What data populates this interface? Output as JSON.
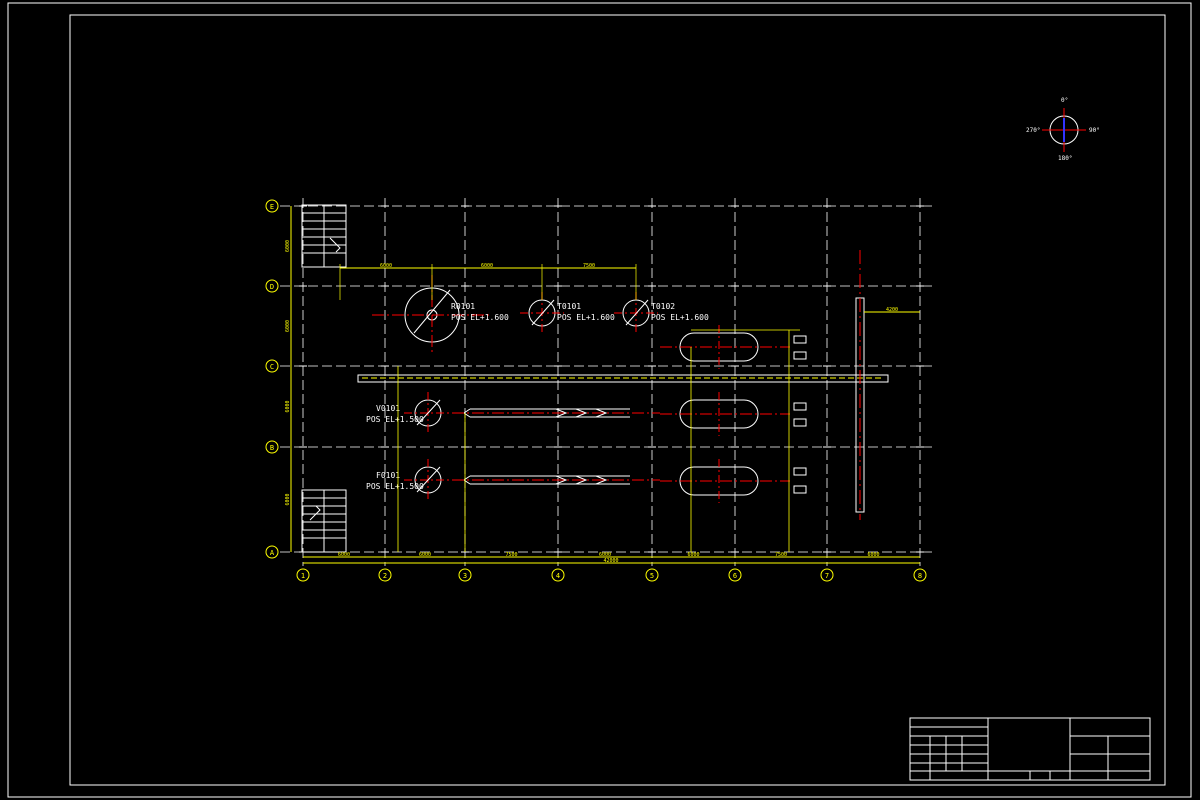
{
  "colors": {
    "background": "#000000",
    "frame": "#ffffff",
    "axis": "#ffffff",
    "grid": "#ffffff",
    "dimension": "#ffff00",
    "equipment": "#ffffff",
    "centerline": "#ff0000",
    "compass_needle": "#3333ff"
  },
  "axes": {
    "columns": [
      "1",
      "2",
      "3",
      "4",
      "5",
      "6",
      "7",
      "8"
    ],
    "rows": [
      "E",
      "D",
      "C",
      "B",
      "A"
    ]
  },
  "equipment": {
    "r0101": {
      "tag": "R0101",
      "pos": "POS EL+1.600"
    },
    "t0101": {
      "tag": "T0101",
      "pos": "POS EL+1.600"
    },
    "t0102": {
      "tag": "T0102",
      "pos": "POS EL+1.600"
    },
    "v0101": {
      "tag": "V0101",
      "pos": "POS EL+1.500"
    },
    "f0101": {
      "tag": "F0101",
      "pos": "POS EL+1.500"
    }
  },
  "dimensions": {
    "bottom_spans": [
      "6000",
      "6000",
      "7500",
      "6000",
      "6000",
      "7500",
      "6000"
    ],
    "bottom_overall": "42000",
    "top_spans": [
      "6000",
      "6000",
      "7500"
    ],
    "right_offset": "4200",
    "left_spans": [
      "6000",
      "6000",
      "6000",
      "6000"
    ]
  },
  "compass": {
    "n": "0°",
    "e": "90°",
    "s": "180°",
    "w": "270°"
  }
}
